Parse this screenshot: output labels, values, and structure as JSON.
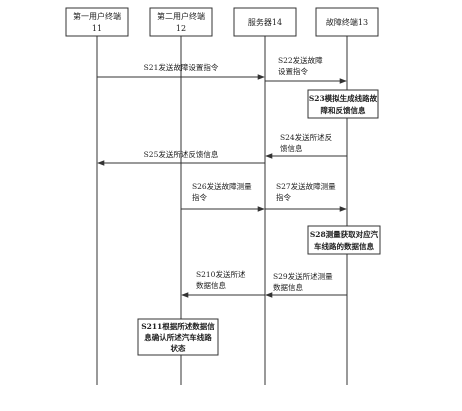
{
  "participants": [
    {
      "id": "p1",
      "lines": [
        "第一用户终端",
        "11"
      ]
    },
    {
      "id": "p2",
      "lines": [
        "第二用户终端",
        "12"
      ]
    },
    {
      "id": "p3",
      "lines": [
        "服务器14"
      ]
    },
    {
      "id": "p4",
      "lines": [
        "故障终端13"
      ]
    }
  ],
  "messages": [
    {
      "id": "s21",
      "from": "p1",
      "to": "p3",
      "lines": [
        "S21发送故障设置指令"
      ]
    },
    {
      "id": "s22",
      "from": "p3",
      "to": "p4",
      "lines": [
        "S22发送故障",
        "设置指令"
      ]
    },
    {
      "id": "s24",
      "from": "p4",
      "to": "p3",
      "lines": [
        "S24发送所述反",
        "馈信息"
      ]
    },
    {
      "id": "s25",
      "from": "p3",
      "to": "p1",
      "lines": [
        "S25发送所述反馈信息"
      ]
    },
    {
      "id": "s26",
      "from": "p2",
      "to": "p3",
      "lines": [
        "S26发送故障测量",
        "指令"
      ]
    },
    {
      "id": "s27",
      "from": "p3",
      "to": "p4",
      "lines": [
        "S27发送故障测量",
        "指令"
      ]
    },
    {
      "id": "s29",
      "from": "p4",
      "to": "p3",
      "lines": [
        "S29发送所述测量",
        "数据信息"
      ]
    },
    {
      "id": "s210",
      "from": "p3",
      "to": "p2",
      "lines": [
        "S210发送所述",
        "数据信息"
      ]
    }
  ],
  "notes": [
    {
      "id": "s23",
      "lines": [
        "S23模拟生成线路故",
        "障和反馈信息"
      ]
    },
    {
      "id": "s28",
      "lines": [
        "S28测量获取对应汽",
        "车线路的数据信息"
      ]
    },
    {
      "id": "s211",
      "lines": [
        "S211根据所述数据信",
        "息确认所述汽车线路",
        "状态"
      ]
    }
  ]
}
